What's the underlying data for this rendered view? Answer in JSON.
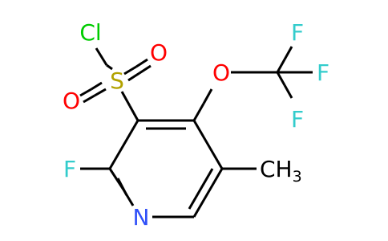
{
  "structure": {
    "atoms": {
      "chlorine": {
        "label": "Cl",
        "color": "#00cc00"
      },
      "sulfur": {
        "label": "S",
        "color": "#b2a200"
      },
      "oxygen_upper": {
        "label": "O",
        "color": "#ff0000"
      },
      "oxygen_lower": {
        "label": "O",
        "color": "#ff0000"
      },
      "oxygen_ether": {
        "label": "O",
        "color": "#ff0000"
      },
      "fluorine_top": {
        "label": "F",
        "color": "#33cccc"
      },
      "fluorine_right": {
        "label": "F",
        "color": "#33cccc"
      },
      "fluorine_bottom": {
        "label": "F",
        "color": "#33cccc"
      },
      "fluorine_ring": {
        "label": "F",
        "color": "#33cccc"
      },
      "nitrogen": {
        "label": "N",
        "color": "#3050f8"
      },
      "methyl": {
        "label": "CH",
        "subscript": "3",
        "color": "#000000"
      }
    },
    "bond_colors": {
      "carbon": "#000000",
      "sulfur": "#b2a200",
      "oxygen": "#ff0000",
      "fluorine": "#33cccc",
      "chlorine": "#00cc00",
      "nitrogen": "#3050f8"
    }
  }
}
